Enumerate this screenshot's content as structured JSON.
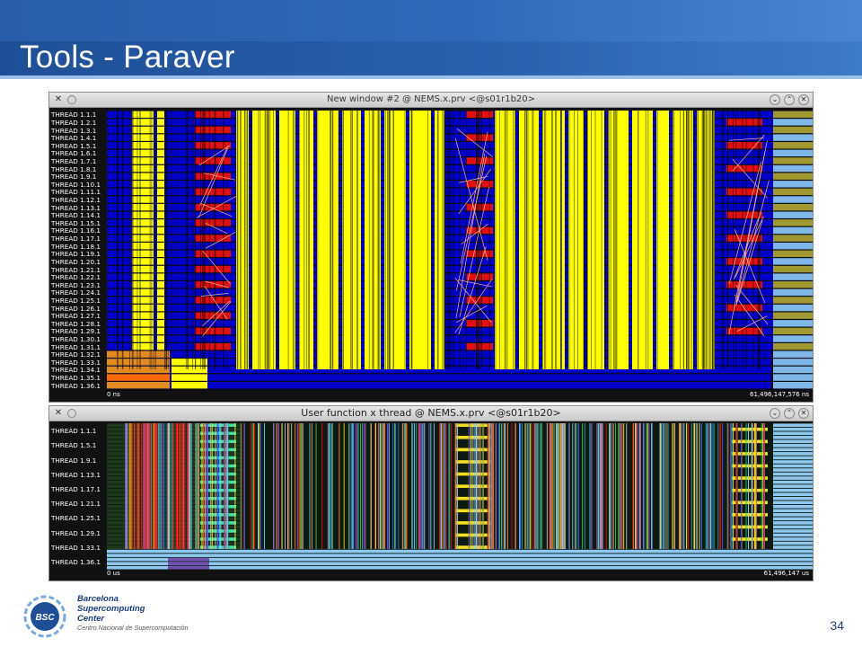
{
  "slide": {
    "title": "Tools - Paraver",
    "page_number": "34"
  },
  "window1": {
    "title": "New window #2 @ NEMS.x.prv <@s01r1b20>",
    "threads": [
      "THREAD 1.1.1",
      "THREAD 1.2.1",
      "THREAD 1.3.1",
      "THREAD 1.4.1",
      "THREAD 1.5.1",
      "THREAD 1.6.1",
      "THREAD 1.7.1",
      "THREAD 1.8.1",
      "THREAD 1.9.1",
      "THREAD 1.10.1",
      "THREAD 1.11.1",
      "THREAD 1.12.1",
      "THREAD 1.13.1",
      "THREAD 1.14.1",
      "THREAD 1.15.1",
      "THREAD 1.16.1",
      "THREAD 1.17.1",
      "THREAD 1.18.1",
      "THREAD 1.19.1",
      "THREAD 1.20.1",
      "THREAD 1.21.1",
      "THREAD 1.22.1",
      "THREAD 1.23.1",
      "THREAD 1.24.1",
      "THREAD 1.25.1",
      "THREAD 1.26.1",
      "THREAD 1.27.1",
      "THREAD 1.28.1",
      "THREAD 1.29.1",
      "THREAD 1.30.1",
      "THREAD 1.31.1",
      "THREAD 1.32.1",
      "THREAD 1.33.1",
      "THREAD 1.34.1",
      "THREAD 1.35.1",
      "THREAD 1.36.1"
    ],
    "axis_start": "0 ns",
    "axis_end": "61,496,147,576 ns"
  },
  "window2": {
    "title": "User function x thread @ NEMS.x.prv <@s01r1b20>",
    "threads": [
      "THREAD 1.1.1",
      "THREAD 1.5.1",
      "THREAD 1.9.1",
      "THREAD 1.13.1",
      "THREAD 1.17.1",
      "THREAD 1.21.1",
      "THREAD 1.25.1",
      "THREAD 1.29.1",
      "THREAD 1.33.1",
      "THREAD 1.36.1"
    ],
    "axis_start": "0 us",
    "axis_end": "61,496,147 us"
  },
  "logo": {
    "mark": "BSC",
    "line1": "Barcelona",
    "line2": "Supercomputing",
    "line3": "Center",
    "line4": "Centro Nacional de Supercomputación"
  },
  "colors": {
    "running": "#ffff00",
    "idle": "#0000c8",
    "mpi": "#e01010",
    "background": "#0a0a14",
    "comm_lines": "#ffb0a0"
  },
  "icons": [
    "close-x-icon",
    "menu-circle-icon",
    "minimize-icon",
    "maximize-icon",
    "close-icon"
  ]
}
